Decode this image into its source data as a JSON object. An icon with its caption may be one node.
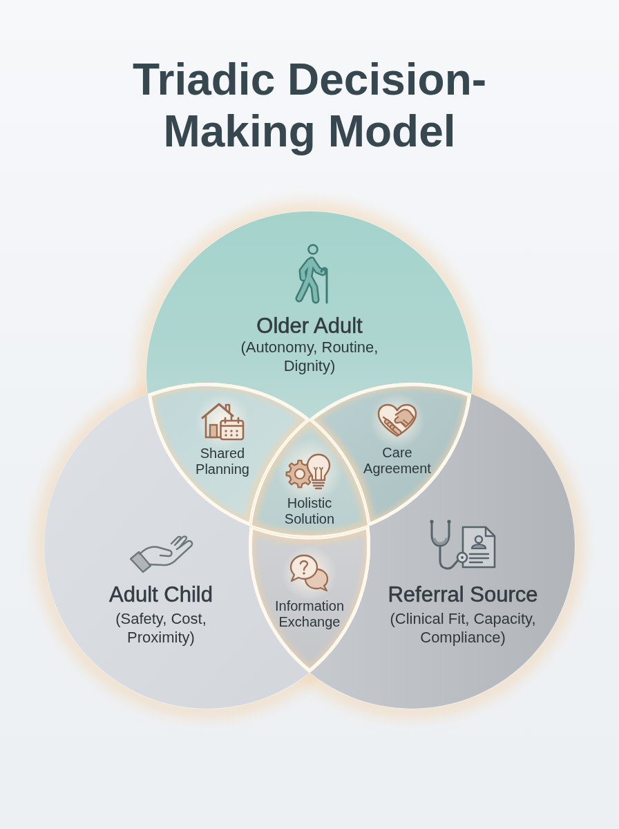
{
  "diagram": {
    "title": "Triadic Decision-Making Model",
    "nodes": [
      {
        "text": [
          "Older Adult",
          "(Autonomy, Routine, Dignity)"
        ]
      },
      {
        "text": [
          "Shared Planning"
        ]
      },
      {
        "text": [
          "Care Agreement"
        ]
      },
      {
        "text": [
          "Holistic Solution"
        ]
      },
      {
        "text": [
          "Adult Child",
          "(Safety, Cost, Proximity)"
        ]
      },
      {
        "text": [
          "Information Exchange"
        ]
      },
      {
        "text": [
          "Referral Source",
          "(Clinical Fit, Capacity, Compliance)"
        ]
      }
    ]
  }
}
